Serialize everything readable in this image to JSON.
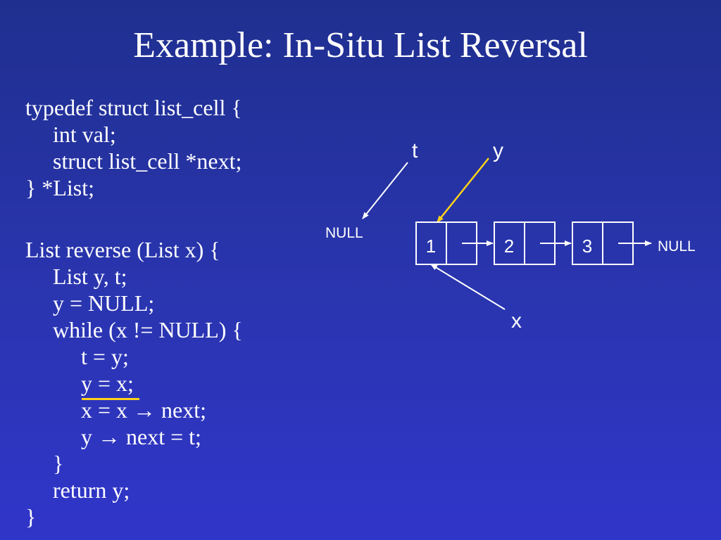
{
  "slide": {
    "title": "Example: In-Situ List Reversal"
  },
  "typedef_code": [
    "typedef struct list_cell {",
    "int val;",
    "struct list_cell *next;",
    "} *List;"
  ],
  "function_code": [
    "List reverse (List x) {",
    "List y, t;",
    "y = NULL;",
    "while (x != NULL) {",
    "t = y;",
    "y = x;",
    "x = x → next;",
    "y → next = t;",
    "}",
    "return y;",
    "}"
  ],
  "diagram": {
    "pointer_t": "t",
    "pointer_y": "y",
    "pointer_x": "x",
    "null_left": "NULL",
    "null_right": "NULL",
    "cells": [
      "1",
      "2",
      "3"
    ],
    "colors": {
      "highlight": "#ffd21a",
      "lines": "#ffffff"
    }
  }
}
